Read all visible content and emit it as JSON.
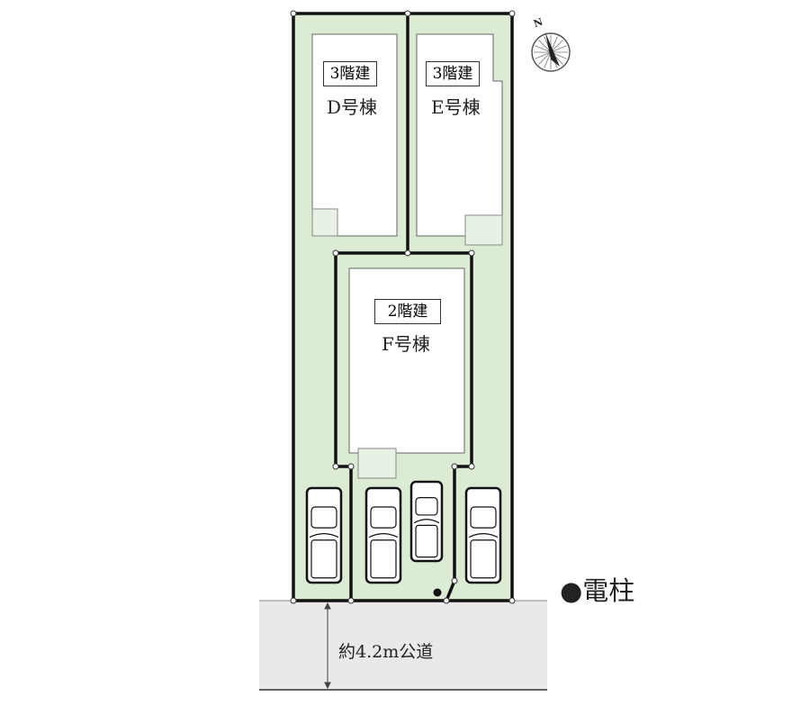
{
  "buildings": [
    {
      "floors": "3階建",
      "name": "D号棟"
    },
    {
      "floors": "3階建",
      "name": "E号棟"
    },
    {
      "floors": "2階建",
      "name": "F号棟"
    }
  ],
  "road_label": "約4.2m公道",
  "utility_pole_label": "●電柱",
  "compass_label": "N",
  "colors": {
    "lot": "#dcebd3",
    "road": "#e9e9e9",
    "porch": "#e8f2e4"
  }
}
